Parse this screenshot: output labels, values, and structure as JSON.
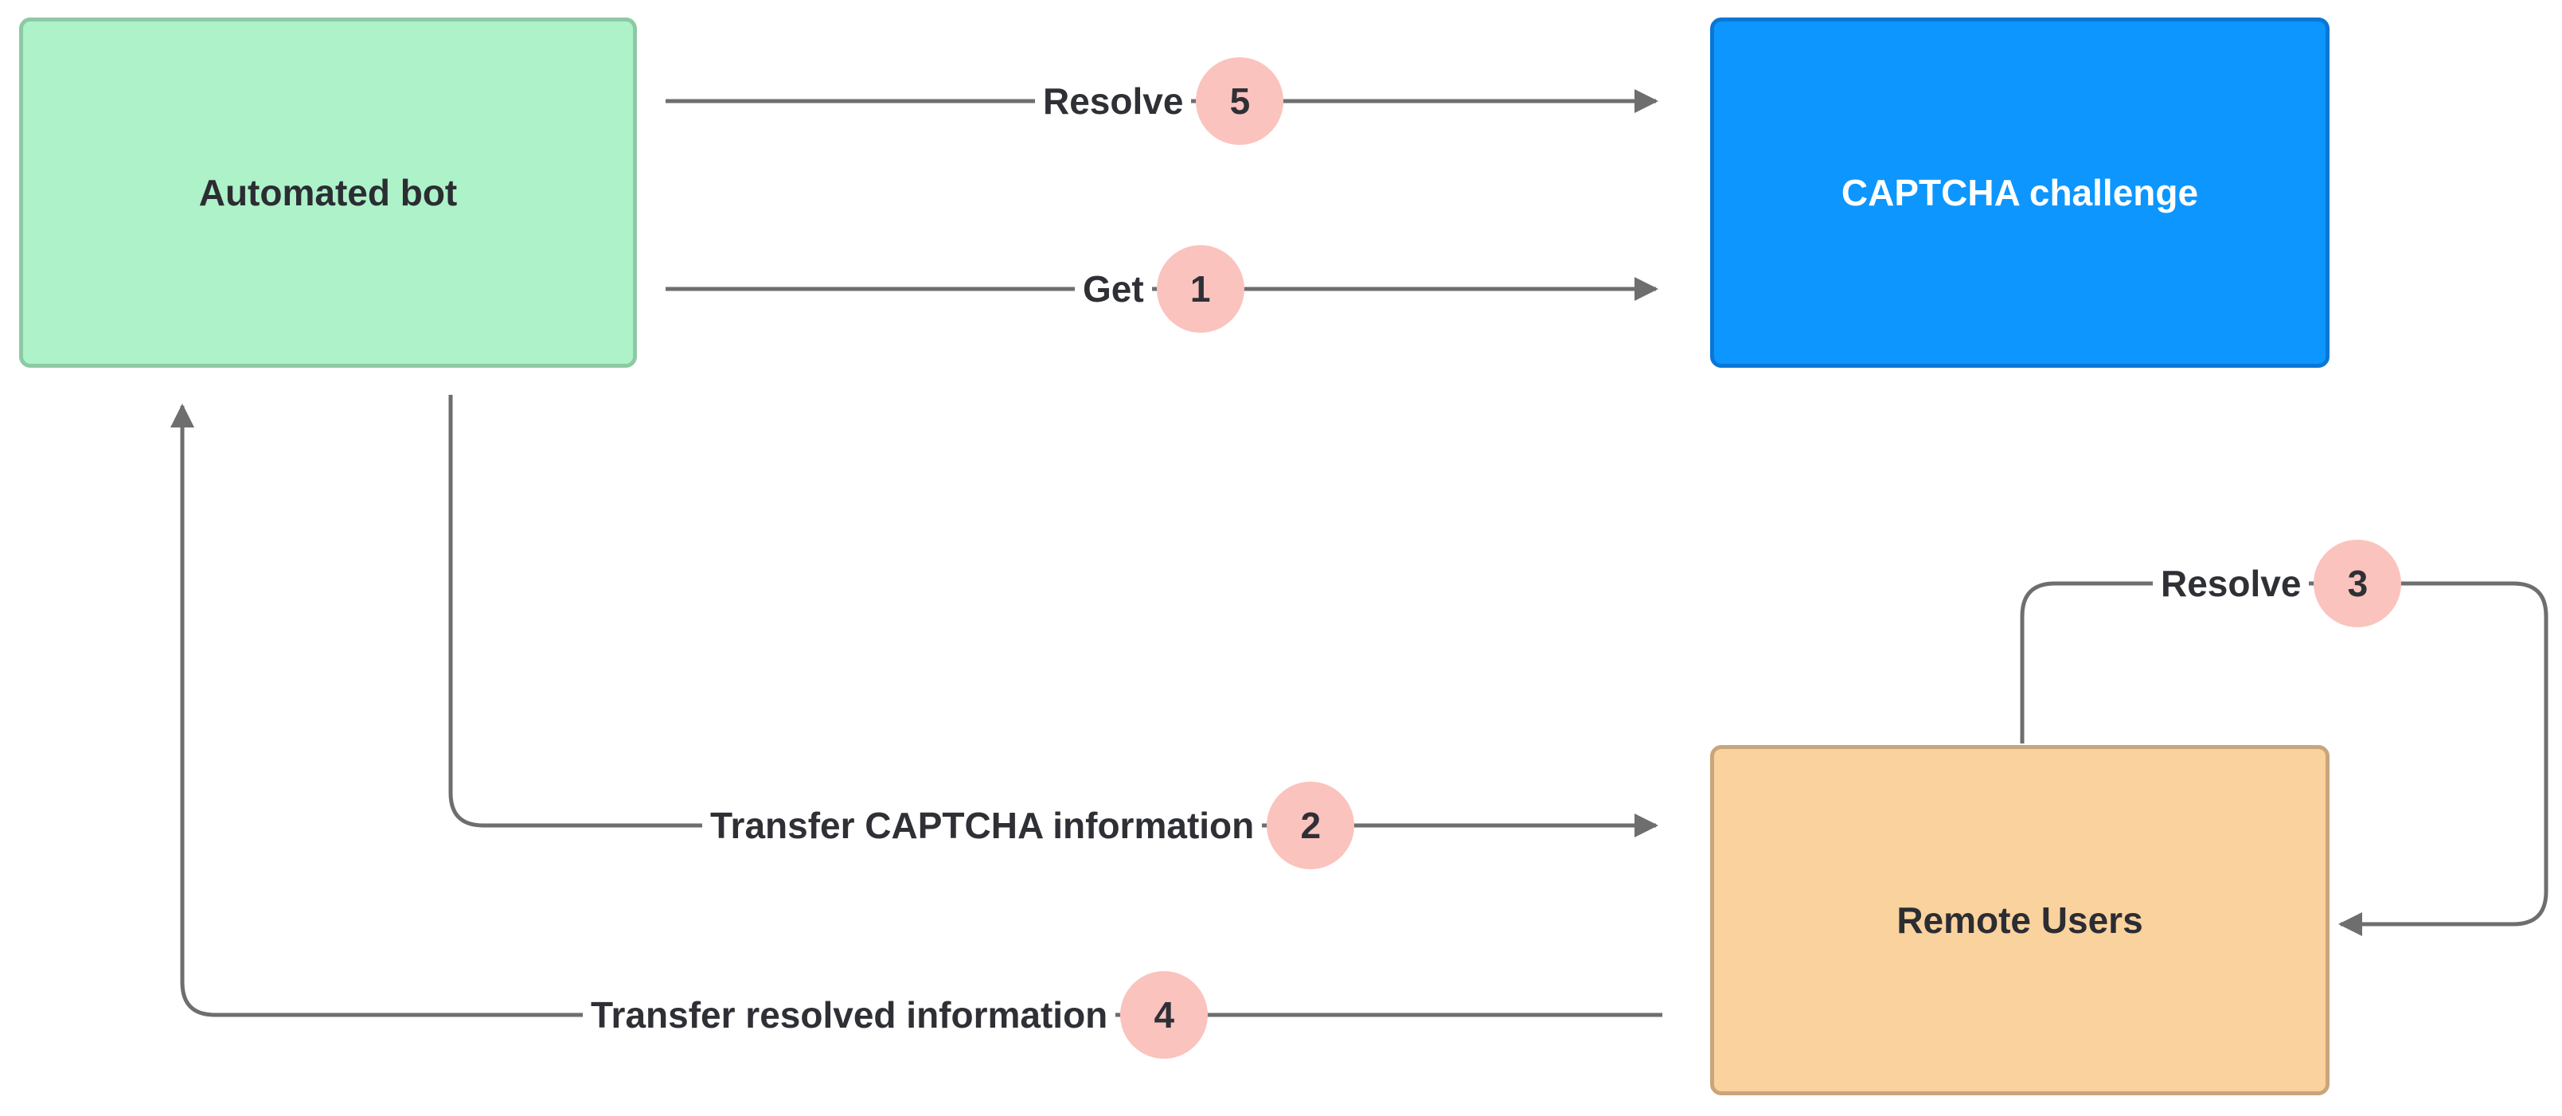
{
  "nodes": {
    "bot": {
      "label": "Automated bot",
      "fill": "#adf2c8",
      "border": "#8cc9a4",
      "text_color": "#2b2d33"
    },
    "captcha": {
      "label": "CAPTCHA challenge",
      "fill": "#0d96fe",
      "border": "#0a76d6",
      "text_color": "#ffffff"
    },
    "users": {
      "label": "Remote Users",
      "fill": "#fad29e",
      "border": "#c9a57b",
      "text_color": "#2b2d33"
    }
  },
  "steps": {
    "step1": {
      "label": "Get",
      "number": "1"
    },
    "step2": {
      "label": "Transfer CAPTCHA information",
      "number": "2"
    },
    "step3": {
      "label": "Resolve",
      "number": "3"
    },
    "step4": {
      "label": "Transfer resolved information",
      "number": "4"
    },
    "step5": {
      "label": "Resolve",
      "number": "5"
    }
  },
  "colors": {
    "badge_fill": "#fbc3be",
    "arrow": "#6e6e6e"
  }
}
